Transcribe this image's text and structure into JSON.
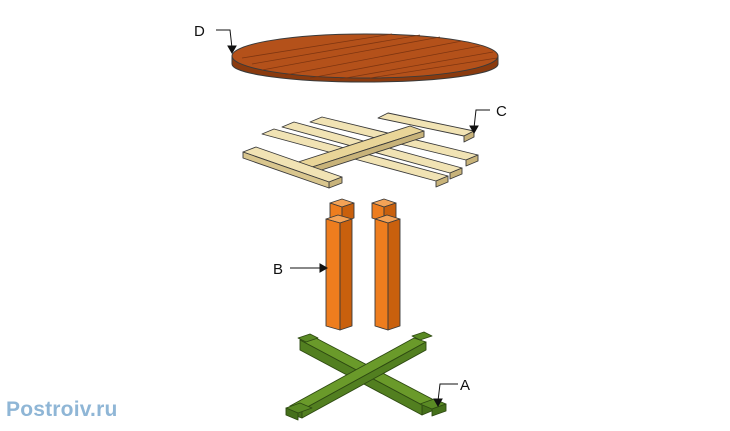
{
  "labels": {
    "a": "A",
    "b": "B",
    "c": "C",
    "d": "D"
  },
  "watermark": "Postroiv.ru",
  "colors": {
    "tabletop_top": "#b4511a",
    "tabletop_edge": "#8a3a0e",
    "slats_top": "#f1e3b4",
    "slats_edge": "#c8b37a",
    "legs_front": "#ee7d1e",
    "legs_side": "#c9600d",
    "legs_top": "#f4a256",
    "base_top": "#6a9a2a",
    "base_side": "#45701a",
    "outline": "#3a3a3a"
  }
}
